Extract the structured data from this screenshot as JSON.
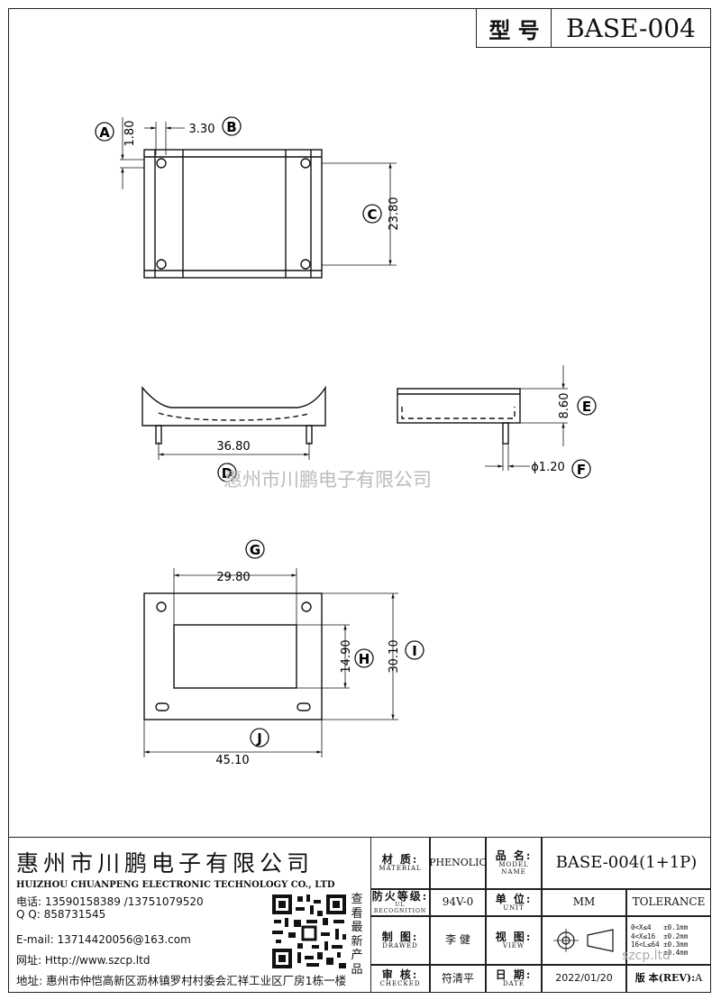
{
  "header": {
    "model_label": "型 号",
    "model_value": "BASE-004"
  },
  "watermark": "惠州市川鹏电子有限公司",
  "dimensions": {
    "A": {
      "letter": "A",
      "value": "1.80"
    },
    "B": {
      "letter": "B",
      "value": "3.30"
    },
    "C": {
      "letter": "C",
      "value": "23.80"
    },
    "D": {
      "letter": "D",
      "value": "36.80"
    },
    "E": {
      "letter": "E",
      "value": "8.60"
    },
    "F": {
      "letter": "F",
      "value": "ϕ1.20"
    },
    "G": {
      "letter": "G",
      "value": "29.80"
    },
    "H": {
      "letter": "H",
      "value": "14.90"
    },
    "I": {
      "letter": "I",
      "value": "30.10"
    },
    "J": {
      "letter": "J",
      "value": "45.10"
    }
  },
  "company": {
    "name_cn": "惠州市川鹏电子有限公司",
    "name_en": "HUIZHOU CHUANPENG ELECTRONIC TECHNOLOGY CO., LTD",
    "phone": "电话: 13590158389 /13751079520",
    "qq": "Q Q: 858731545",
    "email": "E-mail: 13714420056@163.com",
    "website": "网址: Http://www.szcp.ltd",
    "address": "地址: 惠州市仲恺高新区沥林镇罗村村委会汇祥工业区厂房1栋一楼",
    "qr_caption": "查看最新产品"
  },
  "title_block": {
    "material_cn": "材 质:",
    "material_en": "MATERIAL",
    "material_value": "PHENOLIC",
    "model_cn": "品 名:",
    "model_en": "MODEL NAME",
    "model_value": "BASE-004(1+1P)",
    "ul_cn": "防火等级:",
    "ul_en": "UL RECOGNITION",
    "ul_value": "94V-0",
    "unit_cn": "单 位:",
    "unit_en": "UNIT",
    "unit_value": "MM",
    "tolerance_label": "TOLERANCE",
    "drawn_cn": "制 图:",
    "drawn_en": "DRAWED",
    "drawn_value": "李 健",
    "view_cn": "视 图:",
    "view_en": "VIEW",
    "tolerances": [
      "0<X≤4   ±0.1mm",
      "4<X≤16  ±0.2mm",
      "16<L≤64 ±0.3mm",
      "        ±0.4mm"
    ],
    "checked_cn": "审 核:",
    "checked_en": "CHECKED",
    "checked_value": "符清平",
    "date_cn": "日 期:",
    "date_en": "DATE",
    "date_value": "2022/01/20",
    "rev_label": "版 本(REV):",
    "rev_value": "A",
    "site_watermark": "szcp.ltd"
  }
}
